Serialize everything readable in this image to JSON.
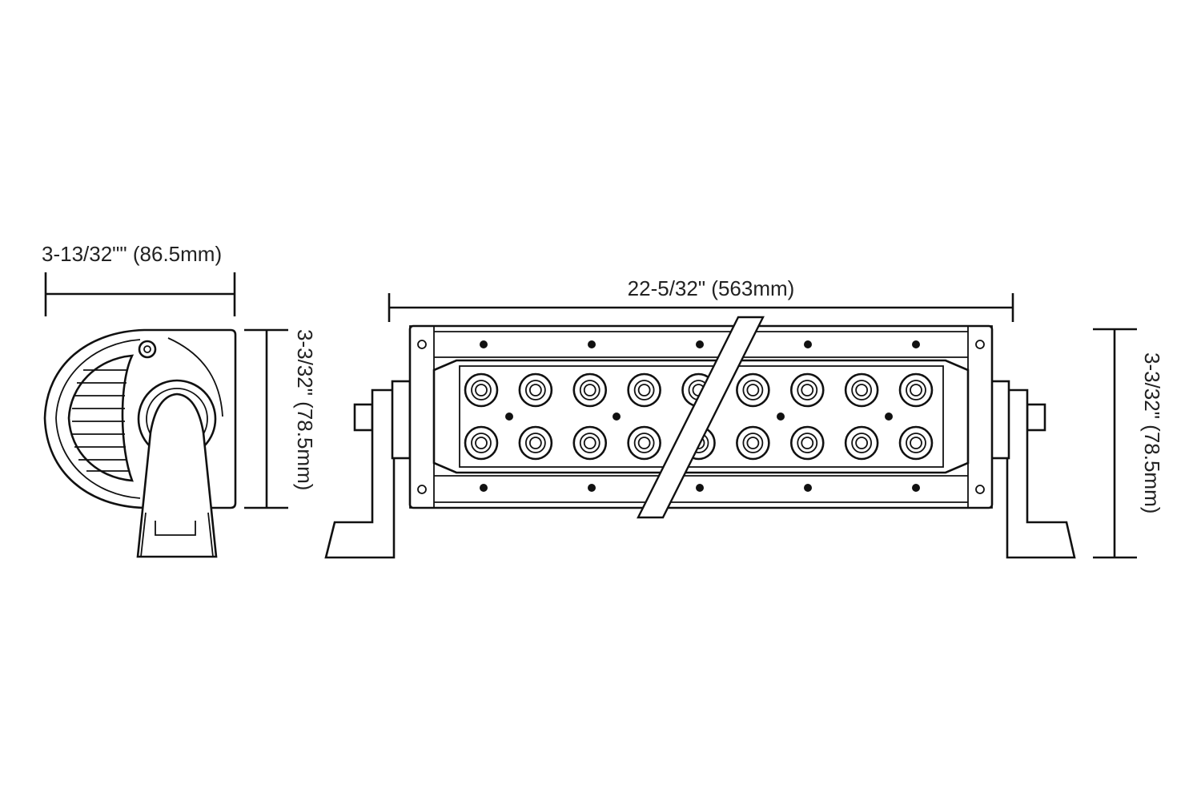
{
  "colors": {
    "line": "#111111",
    "text": "#222222",
    "background": "#ffffff"
  },
  "side_view": {
    "width_label": "3-13/32\"\" (86.5mm)",
    "height_label": "3-3/32\" (78.5mm)"
  },
  "front_view": {
    "length_label": "22-5/32\" (563mm)",
    "height_label": "3-3/32\" (78.5mm)",
    "led_columns": 9,
    "led_rows": 2
  }
}
